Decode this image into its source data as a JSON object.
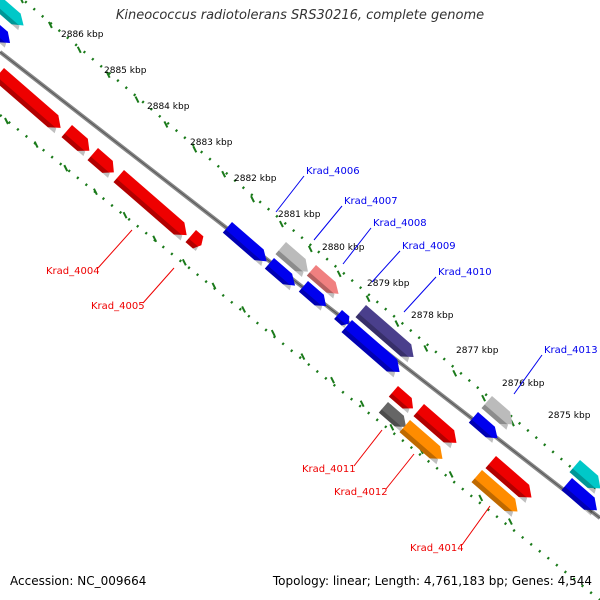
{
  "title": "Kineococcus radiotolerans SRS30216, complete genome",
  "footer": {
    "accession": "Accession: NC_009664",
    "topology": "Topology: linear; Length: 4,761,183 bp; Genes: 4,544"
  },
  "colors": {
    "forward": "#0000ee",
    "reverse": "#ee0000",
    "orange": "#ff8c00",
    "cyan": "#00c8c8",
    "gray": "#bbbbbb",
    "darkgray": "#666666",
    "pink": "#f08080",
    "navy": "#4a3f8c",
    "ruler": "#1a7a1a",
    "backbone": "#888888"
  },
  "ticks": [
    "2886 kbp",
    "2885 kbp",
    "2884 kbp",
    "2883 kbp",
    "2882 kbp",
    "2881 kbp",
    "2880 kbp",
    "2879 kbp",
    "2878 kbp",
    "2877 kbp",
    "2876 kbp",
    "2875 kbp"
  ],
  "gene_labels": {
    "Krad_4004": "Krad_4004",
    "Krad_4005": "Krad_4005",
    "Krad_4006": "Krad_4006",
    "Krad_4007": "Krad_4007",
    "Krad_4008": "Krad_4008",
    "Krad_4009": "Krad_4009",
    "Krad_4010": "Krad_4010",
    "Krad_4011": "Krad_4011",
    "Krad_4012": "Krad_4012",
    "Krad_4013": "Krad_4013",
    "Krad_4014": "Krad_4014"
  }
}
